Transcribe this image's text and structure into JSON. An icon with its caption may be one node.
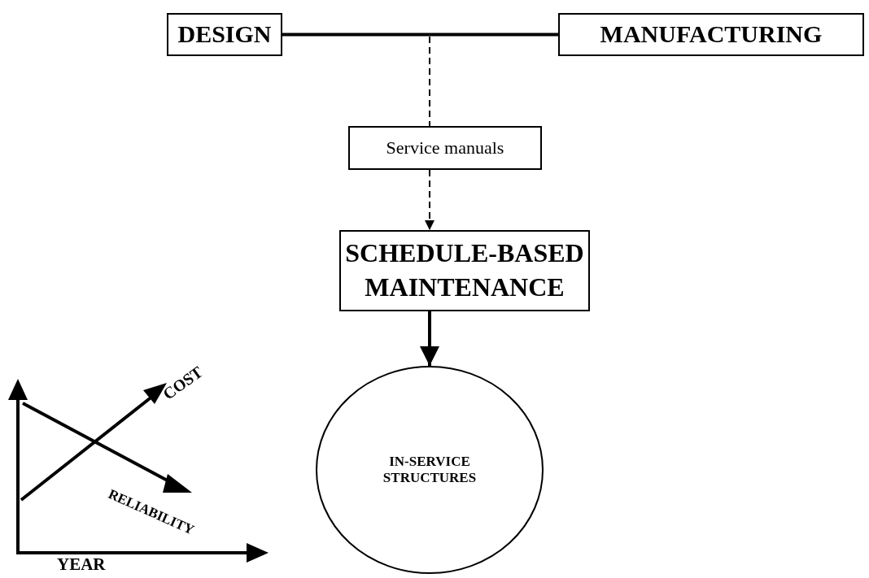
{
  "diagram": {
    "nodes": [
      {
        "text": [
          "DESIGN"
        ]
      },
      {
        "text": [
          "MANUFACTURING"
        ]
      },
      {
        "text": [
          "Service manuals"
        ]
      },
      {
        "text": [
          "SCHEDULE-BASED MAINTENANCE"
        ]
      },
      {
        "text": [
          "IN-SERVICE STRUCTURES"
        ]
      }
    ],
    "edges": [
      {
        "from": 0,
        "to": 1,
        "arrow": "none",
        "style": "thick"
      },
      {
        "from": null,
        "to": 2,
        "arrow": "none",
        "style": "dashed"
      },
      {
        "from": 2,
        "to": 3,
        "arrow": "to",
        "style": "dashed"
      },
      {
        "from": 3,
        "to": 4,
        "arrow": "to",
        "style": "thick"
      }
    ],
    "labels": [
      "COST",
      "RELIABILITY",
      "YEAR"
    ]
  }
}
